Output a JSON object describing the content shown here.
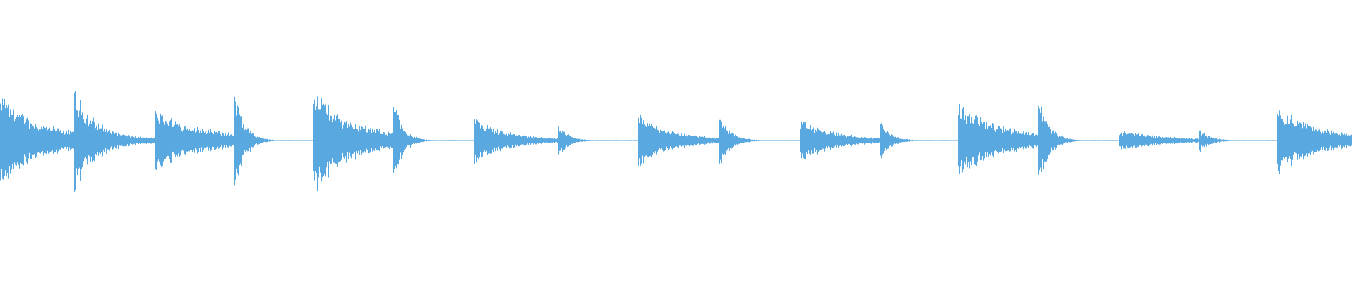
{
  "waveform": {
    "color": "#5aa8e0",
    "background": "#ffffff",
    "envelope": "exponential-decay",
    "hits": [
      {
        "onset": 0.0,
        "peak": 0.36,
        "decay": 0.48,
        "tail": 0.085
      },
      {
        "onset": 0.055,
        "peak": 0.4,
        "decay": 0.26,
        "tail": 0.035
      },
      {
        "onset": 0.115,
        "peak": 0.25,
        "decay": 0.55,
        "tail": 0.075
      },
      {
        "onset": 0.173,
        "peak": 0.41,
        "decay": 0.16,
        "tail": 0.0
      },
      {
        "onset": 0.232,
        "peak": 0.41,
        "decay": 0.42,
        "tail": 0.08
      },
      {
        "onset": 0.291,
        "peak": 0.33,
        "decay": 0.14,
        "tail": 0.0
      },
      {
        "onset": 0.351,
        "peak": 0.18,
        "decay": 0.38,
        "tail": 0.03
      },
      {
        "onset": 0.413,
        "peak": 0.12,
        "decay": 0.16,
        "tail": 0.0
      },
      {
        "onset": 0.472,
        "peak": 0.2,
        "decay": 0.4,
        "tail": 0.035
      },
      {
        "onset": 0.532,
        "peak": 0.21,
        "decay": 0.18,
        "tail": 0.0
      },
      {
        "onset": 0.592,
        "peak": 0.16,
        "decay": 0.45,
        "tail": 0.03
      },
      {
        "onset": 0.651,
        "peak": 0.16,
        "decay": 0.17,
        "tail": 0.0
      },
      {
        "onset": 0.709,
        "peak": 0.3,
        "decay": 0.5,
        "tail": 0.07
      },
      {
        "onset": 0.768,
        "peak": 0.36,
        "decay": 0.16,
        "tail": 0.0
      },
      {
        "onset": 0.828,
        "peak": 0.08,
        "decay": 0.6,
        "tail": 0.03
      },
      {
        "onset": 0.887,
        "peak": 0.09,
        "decay": 0.18,
        "tail": 0.0
      },
      {
        "onset": 0.945,
        "peak": 0.28,
        "decay": 0.5,
        "tail": 0.05
      }
    ]
  }
}
